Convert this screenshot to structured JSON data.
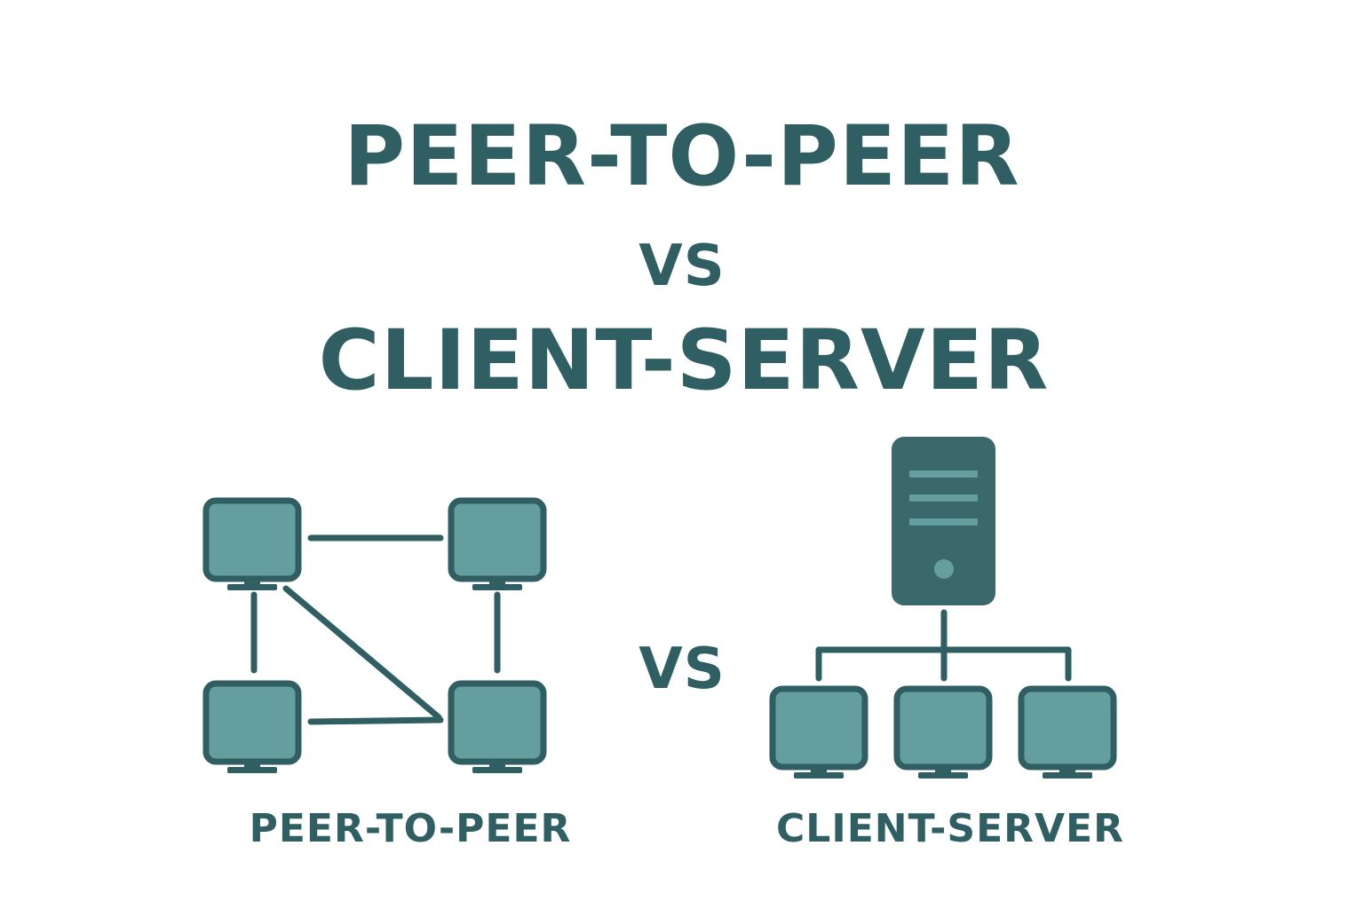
{
  "title": {
    "line1": "PEER-TO-PEER",
    "connector": "VS",
    "line2": "CLIENT-SERVER"
  },
  "diagram": {
    "middle_vs": "VS",
    "p2p_label": "PEER-TO-PEER",
    "cs_label": "CLIENT-SERVER"
  },
  "colors": {
    "text": "#2f5f62",
    "outline": "#2f5f62",
    "screen_fill": "#659e9e",
    "server_fill": "#3a686b",
    "server_detail": "#659e9e",
    "background": "#ffffff"
  },
  "icons": {
    "peer": "computer-monitor-icon",
    "server": "server-tower-icon",
    "client": "computer-monitor-icon"
  }
}
